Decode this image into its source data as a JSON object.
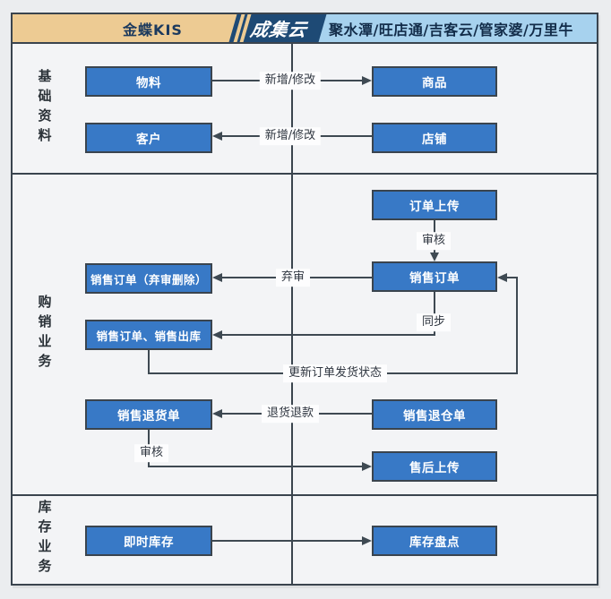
{
  "header": {
    "left_system": "金蝶KIS",
    "logo": "成集云",
    "right_platforms": "聚水潭/旺店通/吉客云/管家婆/万里牛"
  },
  "sections": {
    "basic_data": "基础资料",
    "purchase_sales": "购销业务",
    "inventory": "库存业务"
  },
  "nodes": {
    "materials": "物料",
    "product": "商品",
    "customer": "客户",
    "store": "店铺",
    "order_upload": "订单上传",
    "sales_order": "销售订单",
    "sales_order_discard_delete": "销售订单（弃审删除）",
    "sales_order_outbound": "销售订单、销售出库",
    "sales_return_order": "销售退货单",
    "sales_return_warehouse_order": "销售退仓单",
    "aftersales_upload": "售后上传",
    "realtime_inventory": "即时库存",
    "inventory_check": "库存盘点"
  },
  "edges": {
    "add_modify_1": "新增/修改",
    "add_modify_2": "新增/修改",
    "audit_1": "审核",
    "discard_audit": "弃审",
    "sync": "同步",
    "update_ship_status": "更新订单发货状态",
    "return_refund": "退货退款",
    "audit_2": "审核"
  },
  "colors": {
    "node_fill": "#3879C6",
    "border_dark": "#3A444E",
    "header_tan": "#EDCB93",
    "header_logo_blue": "#1E4A75",
    "header_light_blue": "#A7D2EE",
    "connector": "#3E4952",
    "panel_bg": "#F3F4F6"
  }
}
